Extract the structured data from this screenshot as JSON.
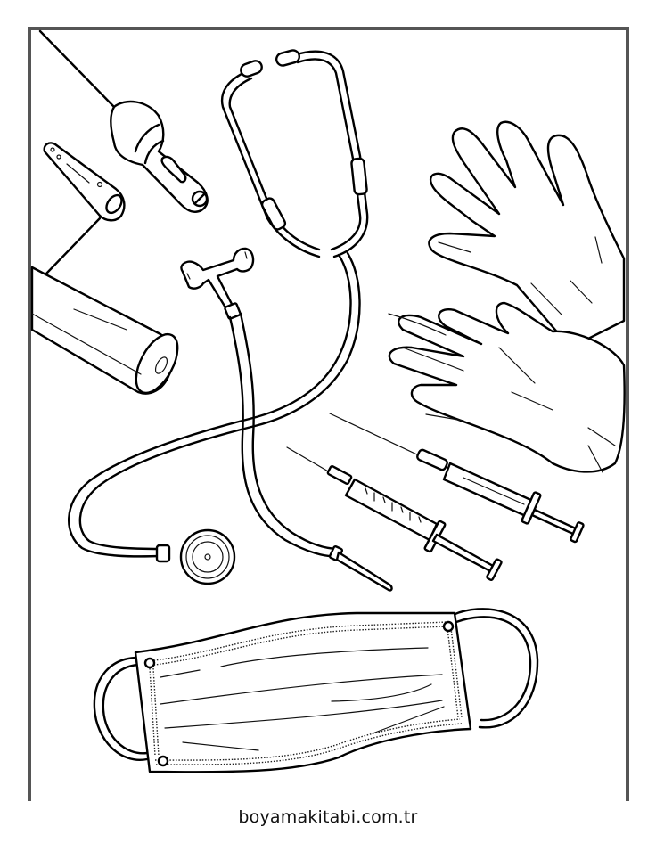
{
  "page": {
    "type": "coloring-page",
    "theme": "medical equipment",
    "frame_color": "#555555",
    "line_color": "#000000",
    "background": "#ffffff"
  },
  "illustration": {
    "items": [
      {
        "id": "otoscope",
        "label": "otoscope"
      },
      {
        "id": "ear-speculum",
        "label": "ear speculum"
      },
      {
        "id": "flashlight",
        "label": "penlight / flashlight"
      },
      {
        "id": "stethoscope",
        "label": "stethoscope"
      },
      {
        "id": "reflex-hammer",
        "label": "stethoscope earpiece / hammer"
      },
      {
        "id": "gloves",
        "label": "medical gloves"
      },
      {
        "id": "syringe-1",
        "label": "syringe with scale"
      },
      {
        "id": "syringe-2",
        "label": "syringe"
      },
      {
        "id": "face-mask",
        "label": "surgical face mask"
      }
    ]
  },
  "footer": {
    "caption": "boyamakitabi.com.tr"
  }
}
